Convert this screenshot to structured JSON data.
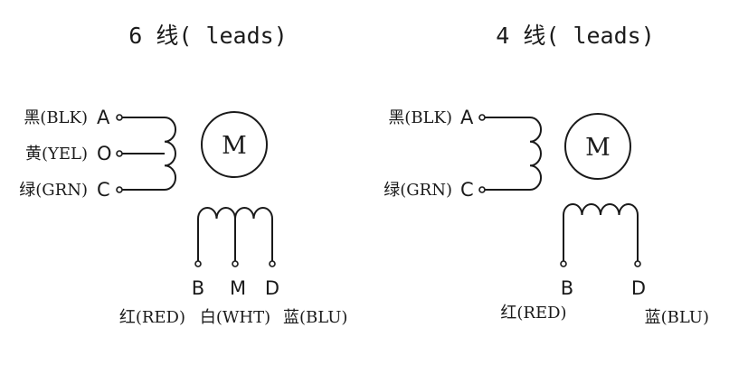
{
  "left": {
    "title": "6 线( leads)",
    "motor_label": "M",
    "coil_a": {
      "pins": [
        {
          "letter": "A",
          "label": "黑(BLK)"
        },
        {
          "letter": "O",
          "label": "黄(YEL)"
        },
        {
          "letter": "C",
          "label": "绿(GRN)"
        }
      ]
    },
    "coil_b": {
      "pins": [
        {
          "letter": "B",
          "label": "红(RED)"
        },
        {
          "letter": "M",
          "label": "白(WHT)"
        },
        {
          "letter": "D",
          "label": "蓝(BLU)"
        }
      ]
    }
  },
  "right": {
    "title": "4 线( leads)",
    "motor_label": "M",
    "coil_a": {
      "pins": [
        {
          "letter": "A",
          "label": "黑(BLK)"
        },
        {
          "letter": "C",
          "label": "绿(GRN)"
        }
      ]
    },
    "coil_b": {
      "pins": [
        {
          "letter": "B",
          "label": "红(RED)"
        },
        {
          "letter": "D",
          "label": "蓝(BLU)"
        }
      ]
    }
  }
}
